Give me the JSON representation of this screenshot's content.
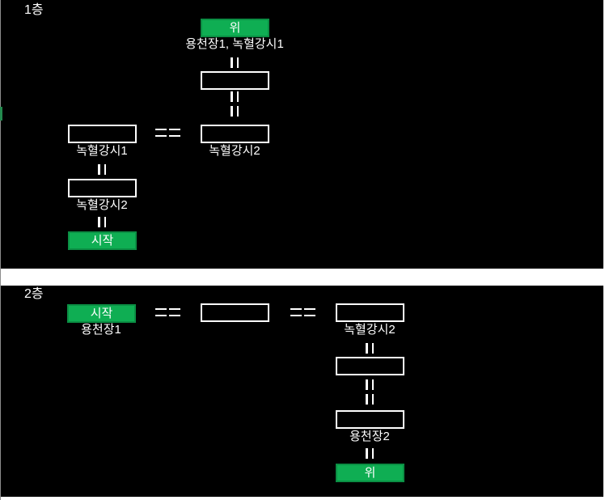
{
  "colors": {
    "background": "#ffffff",
    "panel": "#000000",
    "box_border": "#ffffff",
    "text": "#ffffff",
    "green_fill": "#0fae53",
    "green_border": "#0b8f44"
  },
  "floor1": {
    "title": "1층",
    "up_node": {
      "label": "위",
      "sublabel": "용천장1, 녹혈강시1"
    },
    "left_column": {
      "box1_label": "녹혈강시1",
      "box2_label": "녹혈강시2",
      "start_label": "시작"
    },
    "right_column": {
      "box_label": "녹혈강시2"
    }
  },
  "floor2": {
    "title": "2층",
    "start_node": {
      "label": "시작",
      "sublabel": "용천장1"
    },
    "right_column": {
      "box1_label": "녹혈강시2",
      "box2_label": "용천장2",
      "up_label": "위"
    }
  }
}
